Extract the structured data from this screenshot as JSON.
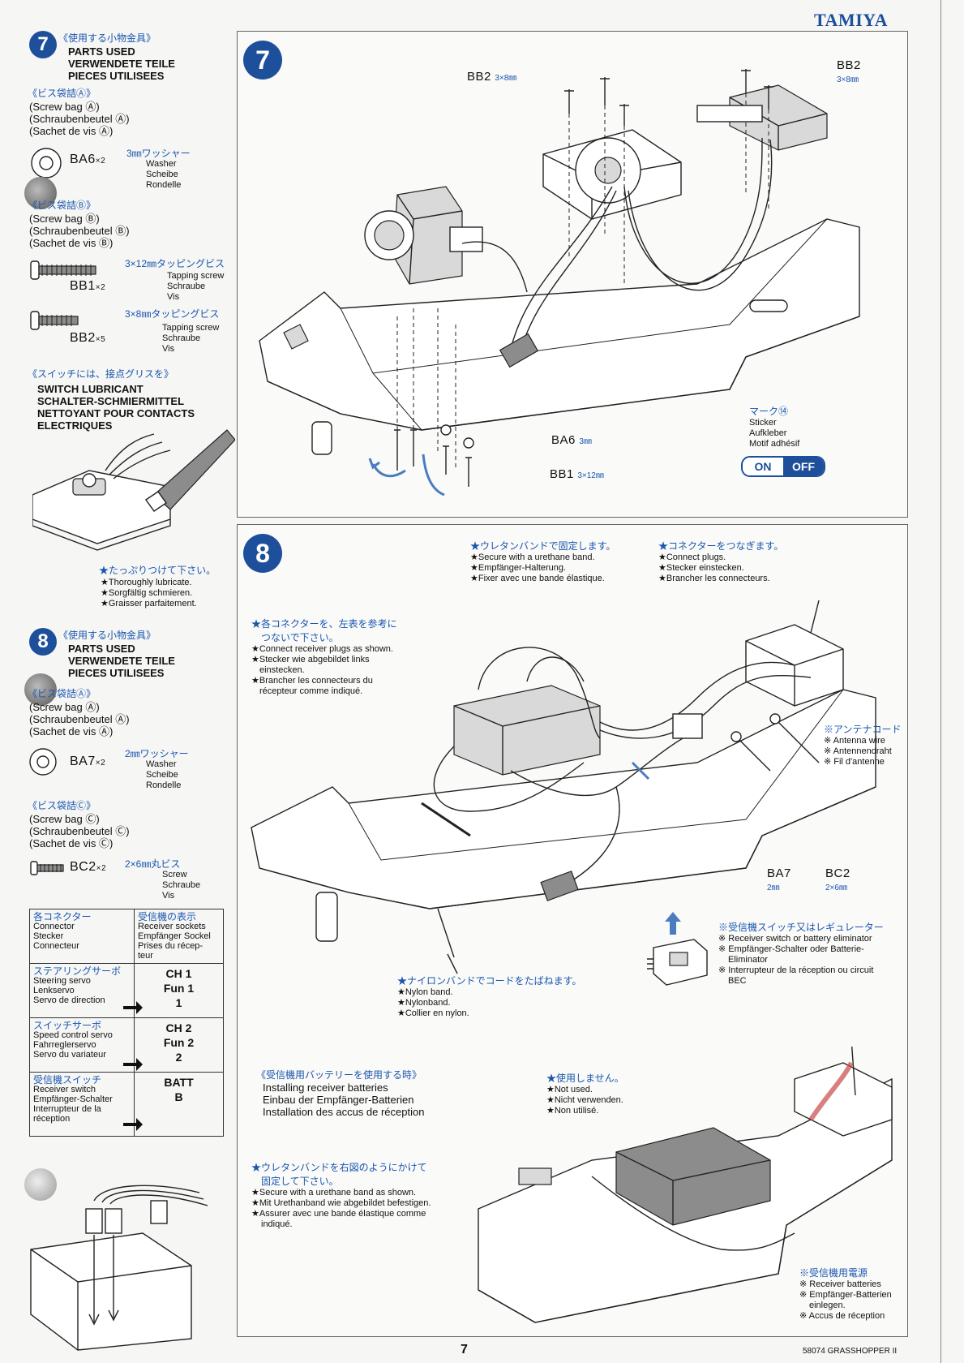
{
  "brand": "TAMIYA",
  "page_number": "7",
  "footer": "58074 GRASSHOPPER II",
  "colors": {
    "accent": "#1d4f9b",
    "jp_text": "#1a56b0"
  },
  "step7_parts": {
    "num": "7",
    "jp_title": "《使用する小物金具》",
    "title_lines": [
      "PARTS USED",
      "VERWENDETE TEILE",
      "PIECES UTILISEES"
    ],
    "bagA": {
      "jp": "《ビス袋詰Ⓐ》",
      "lines": [
        "(Screw bag Ⓐ)",
        "(Schraubenbeutel Ⓐ)",
        "(Sachet de vis Ⓐ)"
      ]
    },
    "ba6": {
      "code": "BA6",
      "qty": "×2",
      "jp": "3㎜ワッシャー",
      "names": [
        "Washer",
        "Scheibe",
        "Rondelle"
      ]
    },
    "bagB": {
      "jp": "《ビス袋詰Ⓑ》",
      "lines": [
        "(Screw bag Ⓑ)",
        "(Schraubenbeutel Ⓑ)",
        "(Sachet de vis Ⓑ)"
      ]
    },
    "bb1": {
      "code": "BB1",
      "qty": "×2",
      "jp": "3×12㎜タッピングビス",
      "names": [
        "Tapping screw",
        "Schraube",
        "Vis"
      ]
    },
    "bb2": {
      "code": "BB2",
      "qty": "×5",
      "jp": "3×8㎜タッピングビス",
      "names": [
        "Tapping screw",
        "Schraube",
        "Vis"
      ]
    },
    "lube": {
      "jp": "《スイッチには、接点グリスを》",
      "lines": [
        "SWITCH LUBRICANT",
        "SCHALTER-SCHMIERMITTEL",
        "NETTOYANT POUR CONTACTS",
        "ELECTRIQUES"
      ]
    },
    "lube_note": {
      "jp": "★たっぷりつけて下さい。",
      "lines": [
        "★Thoroughly lubricate.",
        "★Sorgfältig schmieren.",
        "★Graisser parfaitement."
      ]
    }
  },
  "step8_parts": {
    "num": "8",
    "jp_title": "《使用する小物金具》",
    "title_lines": [
      "PARTS USED",
      "VERWENDETE TEILE",
      "PIECES UTILISEES"
    ],
    "bagA": {
      "jp": "《ビス袋詰Ⓐ》",
      "lines": [
        "(Screw bag Ⓐ)",
        "(Schraubenbeutel Ⓐ)",
        "(Sachet de vis Ⓐ)"
      ]
    },
    "ba7": {
      "code": "BA7",
      "qty": "×2",
      "jp": "2㎜ワッシャー",
      "names": [
        "Washer",
        "Scheibe",
        "Rondelle"
      ]
    },
    "bagC": {
      "jp": "《ビス袋詰Ⓒ》",
      "lines": [
        "(Screw bag Ⓒ)",
        "(Schraubenbeutel Ⓒ)",
        "(Sachet de vis Ⓒ)"
      ]
    },
    "bc2": {
      "code": "BC2",
      "qty": "×2",
      "jp": "2×6㎜丸ビス",
      "names": [
        "Screw",
        "Schraube",
        "Vis"
      ]
    }
  },
  "conn_table": {
    "h_left": {
      "jp": "各コネクター",
      "lines": [
        "Connector",
        "Stecker",
        "Connecteur"
      ]
    },
    "h_right": {
      "jp": "受信機の表示",
      "lines": [
        "Receiver sockets",
        "Empfänger Sockel",
        "Prises du récep-",
        "teur"
      ]
    },
    "rows": [
      {
        "jp": "ステアリングサーボ",
        "lines": [
          "Steering servo",
          "Lenkservo",
          "Servo de direction"
        ],
        "value": [
          "CH 1",
          "Fun 1",
          "1"
        ]
      },
      {
        "jp": "スイッチサーボ",
        "lines": [
          "Speed control servo",
          "Fahrreglerservo",
          "Servo du variateur"
        ],
        "value": [
          "CH 2",
          "Fun 2",
          "2"
        ]
      },
      {
        "jp": "受信機スイッチ",
        "lines": [
          "Receiver switch",
          "Empfänger-Schalter",
          "Interrupteur de la",
          "réception"
        ],
        "value": [
          "BATT",
          "B"
        ]
      }
    ]
  },
  "step7": {
    "num": "7",
    "bb2_left": {
      "code": "BB2",
      "dim": "3×8㎜"
    },
    "bb2_right": {
      "code": "BB2",
      "dim": "3×8㎜"
    },
    "ba6": {
      "code": "BA6",
      "dim": "3㎜"
    },
    "bb1": {
      "code": "BB1",
      "dim": "3×12㎜"
    },
    "sticker": {
      "jp": "マーク⑭",
      "lines": [
        "Sticker",
        "Aufkleber",
        "Motif adhésif"
      ]
    },
    "switch_on": "ON",
    "switch_off": "OFF"
  },
  "step8": {
    "num": "8",
    "urethane": {
      "jp": "★ウレタンバンドで固定します。",
      "lines": [
        "★Secure with a urethane band.",
        "★Empfänger-Halterung.",
        "★Fixer avec une bande élastique."
      ]
    },
    "connect": {
      "jp": "★コネクターをつなぎます。",
      "lines": [
        "★Connect plugs.",
        "★Stecker einstecken.",
        "★Brancher les connecteurs."
      ]
    },
    "connect_rx": {
      "jp": [
        "★各コネクターを、左表を参考に",
        "つないで下さい。"
      ],
      "lines": [
        "★Connect receiver plugs as shown.",
        "★Stecker wie abgebildet links",
        "einstecken.",
        "★Brancher les connecteurs du",
        "récepteur comme indiqué."
      ]
    },
    "antenna": {
      "jp": "※アンテナコード",
      "lines": [
        "※ Antenna wire",
        "※ Antennendraht",
        "※ Fil d'antenne"
      ]
    },
    "ba7": {
      "code": "BA7",
      "dim": "2㎜"
    },
    "bc2": {
      "code": "BC2",
      "dim": "2×6㎜"
    },
    "rx_switch": {
      "jp": "※受信機スイッチ又はレギュレーター",
      "lines": [
        "※ Receiver switch or battery eliminator",
        "※ Empfänger-Schalter oder Batterie-",
        "Eliminator",
        "※ Interrupteur de la réception ou circuit",
        "BEC"
      ]
    },
    "nylon": {
      "jp": "★ナイロンバンドでコードをたばねます。",
      "lines": [
        "★Nylon band.",
        "★Nylonband.",
        "★Collier en nylon."
      ]
    },
    "batt_install": {
      "jp": "《受信機用バッテリーを使用する時》",
      "lines": [
        "Installing receiver batteries",
        "Einbau der Empfänger-Batterien",
        "Installation des accus de réception"
      ]
    },
    "not_used": {
      "jp": "★使用しません。",
      "lines": [
        "★Not used.",
        "★Nicht verwenden.",
        "★Non utilisé."
      ]
    },
    "urethane2": {
      "jp": [
        "★ウレタンバンドを右図のようにかけて",
        "固定して下さい。"
      ],
      "lines": [
        "★Secure with a urethane band as shown.",
        "★Mit Urethanband wie abgebildet befestigen.",
        "★Assurer avec une bande élastique comme",
        "indiqué."
      ]
    },
    "rx_batt": {
      "jp": "※受信機用電源",
      "lines": [
        "※ Receiver batteries",
        "※ Empfänger-Batterien",
        "einlegen.",
        "※ Accus de réception"
      ]
    }
  }
}
